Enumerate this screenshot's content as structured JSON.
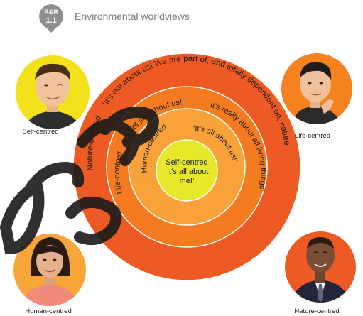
{
  "header": {
    "badge_line1": "R&R",
    "badge_line2": "1.1",
    "title": "Environmental worldviews"
  },
  "diagram": {
    "centre_line1": "Self-centred",
    "centre_line2": "‘It’s all about",
    "centre_line3": "me!’",
    "ring_human_name": "Human-centred",
    "ring_human_quote": "‘It’s all about us!’",
    "ring_life_name": "Life-centred",
    "ring_life_quote_a": "‘It’s not just about us!",
    "ring_life_quote_b": "‘It’s really about all living things’",
    "ring_nature_name": "Nature-centred",
    "ring_nature_quote": "‘It’s not about us! We are part of, and totally dependent on, nature’"
  },
  "portraits": {
    "self_label": "Self-centred",
    "life_label": "Life-centred",
    "human_label": "Human-centred",
    "nature_label": "Nature-centred"
  },
  "colors": {
    "badge": "#8e8e8e",
    "title_text": "#7a7a7a",
    "ring_nature": "#ee5a24",
    "ring_life": "#f47b20",
    "ring_human": "#f9a23a",
    "centre": "#e6e82a",
    "portrait_yellow": "#f3e11c",
    "portrait_orange": "#f5821f",
    "portrait_light_orange": "#f8a53a",
    "portrait_red": "#ee5a24",
    "watermark": "#1a1a1a"
  }
}
